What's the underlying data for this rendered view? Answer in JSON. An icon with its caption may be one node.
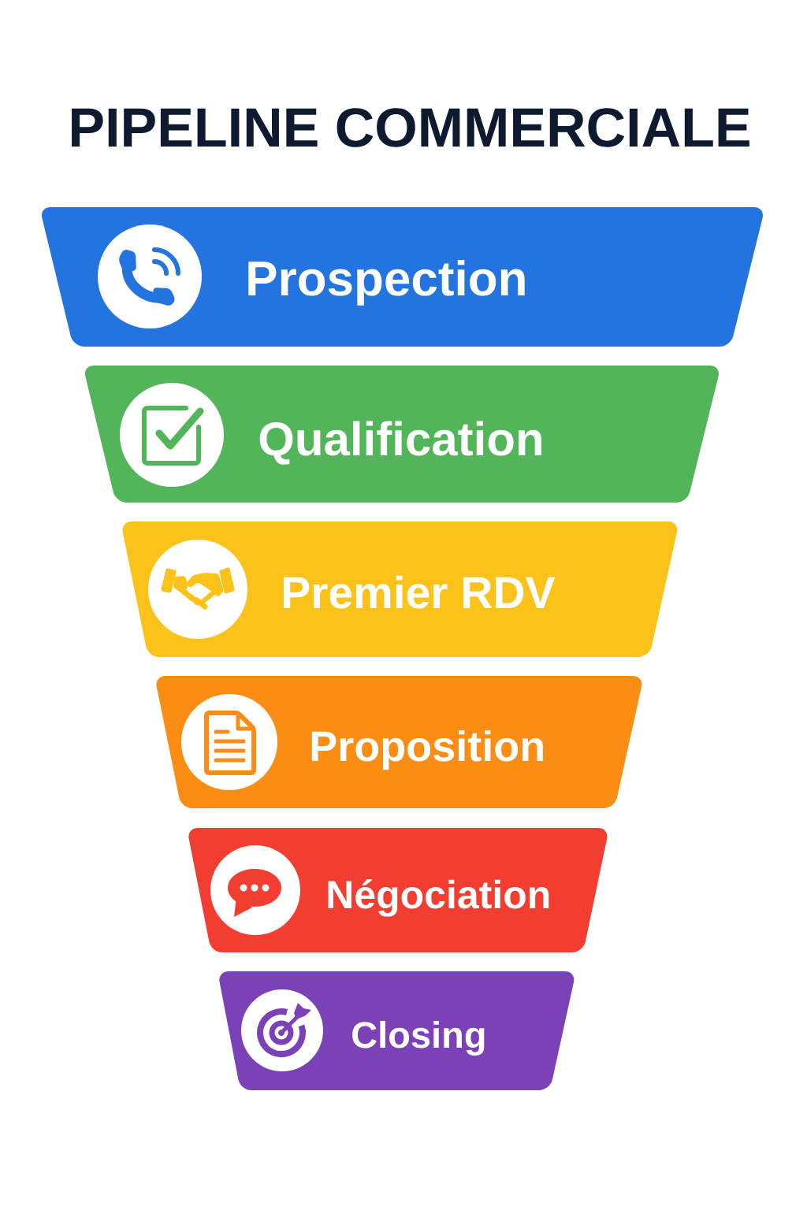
{
  "diagram": {
    "title": "PIPELINE COMMERCIALE",
    "nodes": [
      {
        "text": [
          "Prospection"
        ]
      },
      {
        "text": [
          "Qualification"
        ]
      },
      {
        "text": [
          "Premier RDV"
        ]
      },
      {
        "text": [
          "Proposition"
        ]
      },
      {
        "text": [
          "Négociation"
        ]
      },
      {
        "text": [
          "Closing"
        ]
      }
    ]
  }
}
